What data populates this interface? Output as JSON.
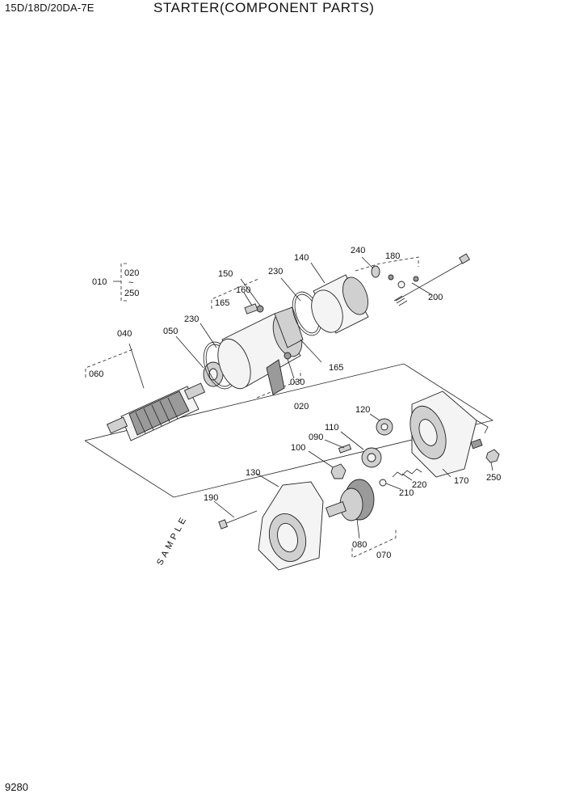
{
  "header": {
    "model": "15D/18D/20DA-7E",
    "title": "STARTER(COMPONENT PARTS)"
  },
  "footer": {
    "page_number": "9280"
  },
  "watermark": "SAMPLE",
  "callouts": {
    "c010": "010",
    "c020_top": "020",
    "tilde": "~",
    "c250_top": "250",
    "c150": "150",
    "c230_top": "230",
    "c140": "140",
    "c240": "240",
    "c180": "180",
    "c200": "200",
    "c160": "160",
    "c165_left": "165",
    "c230_left": "230",
    "c040": "040",
    "c050": "050",
    "c060": "060",
    "c165_right": "165",
    "c030": "030",
    "c020_bottom": "020",
    "c120": "120",
    "c110": "110",
    "c090": "090",
    "c100": "100",
    "c130": "130",
    "c220": "220",
    "c170": "170",
    "c250_right": "250",
    "c210": "210",
    "c190": "190",
    "c080": "080",
    "c070": "070"
  }
}
